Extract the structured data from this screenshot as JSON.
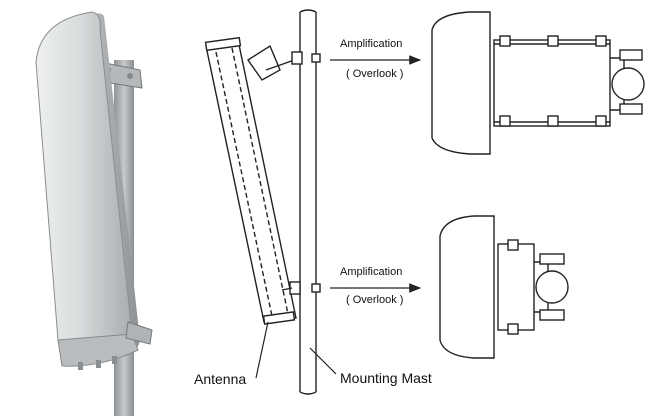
{
  "labels": {
    "amplification_top": "Amplification",
    "overlook_top": "( Overlook )",
    "amplification_bottom": "Amplification",
    "overlook_bottom": "( Overlook )",
    "antenna": "Antenna",
    "mounting_mast": "Mounting Mast"
  },
  "colors": {
    "line": "#222222",
    "photo_mast": "#a9acae",
    "photo_panel_light": "#e6e8e9",
    "photo_panel_mid": "#c9cccd",
    "photo_panel_dark": "#9fa3a5"
  }
}
